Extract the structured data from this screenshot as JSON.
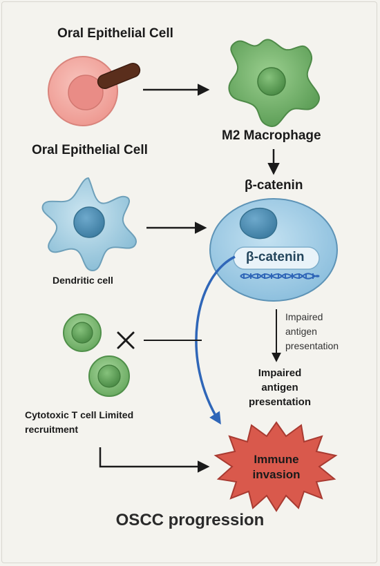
{
  "labels": {
    "top_title": "Oral Epithelial Cell",
    "epithelial_label": "Oral Epithelial Cell",
    "macrophage_label": "M2 Macrophage",
    "beta_catenin_top": "β-catenin",
    "beta_catenin_pill": "β-catenin",
    "dendritic_label": "Dendritic cell",
    "impaired_side_1": "Impaired",
    "impaired_side_2": "antigen",
    "impaired_side_3": "presentation",
    "impaired_bold_1": "Impaired",
    "impaired_bold_2": "antigen",
    "impaired_bold_3": "presentation",
    "tcell_label_1": "Cytotoxic T cell Limited",
    "tcell_label_2": "recruitment",
    "immune_1": "Immune",
    "immune_2": "invasion",
    "footer": "OSCC progression"
  },
  "colors": {
    "background": "#f4f3ee",
    "epithelial_fill": "#f2a7a0",
    "epithelial_nucleus": "#e98c86",
    "bacterium": "#5a2e1c",
    "macrophage_fill": "#7dbb73",
    "macrophage_nucleus": "#5d9e57",
    "dendritic_fill": "#a9d0e3",
    "dendritic_nucleus": "#4f8fb3",
    "tumor_cell_fill": "#a8d0e8",
    "tumor_nucleus": "#4f8fb3",
    "tcell_fill": "#7dbb73",
    "burst_fill": "#d9594c",
    "blue_arrow": "#2f66b8",
    "dna_blue": "#2f66b8"
  },
  "icons": {
    "bacterium": "rod-bacterium-icon",
    "inhibit": "x-mark-icon",
    "dna": "dna-helix-icon"
  }
}
